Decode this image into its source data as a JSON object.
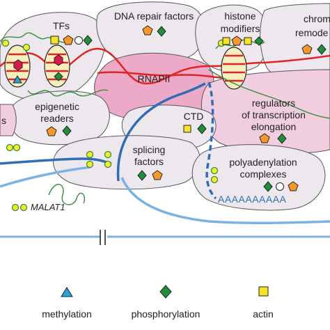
{
  "labels": {
    "tfs": "TFs",
    "dna_repair": "DNA repair factors",
    "histone_1": "histone",
    "histone_2": "modifiers",
    "chrom_1": "chrom",
    "chrom_2": "remode",
    "rnapii": "RNAPII",
    "epigenetic_1": "epigenetic",
    "epigenetic_2": "readers",
    "ctd": "CTD",
    "regulators_1": "regulators",
    "regulators_2": "of transcription",
    "regulators_3": "elongation",
    "splicing_1": "splicing",
    "splicing_2": "factors",
    "polyad_1": "polyadenylation",
    "polyad_2": "complexes",
    "polya_tail": "AAAAAAAAAA",
    "malat1": "MALAT1",
    "cut_s": "s"
  },
  "legend": [
    {
      "label": "methylation",
      "symbol": "triangle",
      "color": "#29a3e0"
    },
    {
      "label": "phosphorylation",
      "symbol": "diamond",
      "color": "#1f8f3a"
    },
    {
      "label": "actin",
      "symbol": "square",
      "color": "#f5e52a"
    }
  ],
  "colors": {
    "complex_fill": "#ece8ed",
    "rnapii_fill": "#eda9c8",
    "regulators_fill": "#f1cde0",
    "dna": "#e02424",
    "rna": "#3a8a3a",
    "malat1_strand": "#2f6db5",
    "malat1_strand_light": "#7ab3e3",
    "nucleosome": "#f4efbf",
    "pentagon": "#f59a2a",
    "hexagon": "#d81b4a",
    "yellow_dot": "#f0f02a"
  }
}
